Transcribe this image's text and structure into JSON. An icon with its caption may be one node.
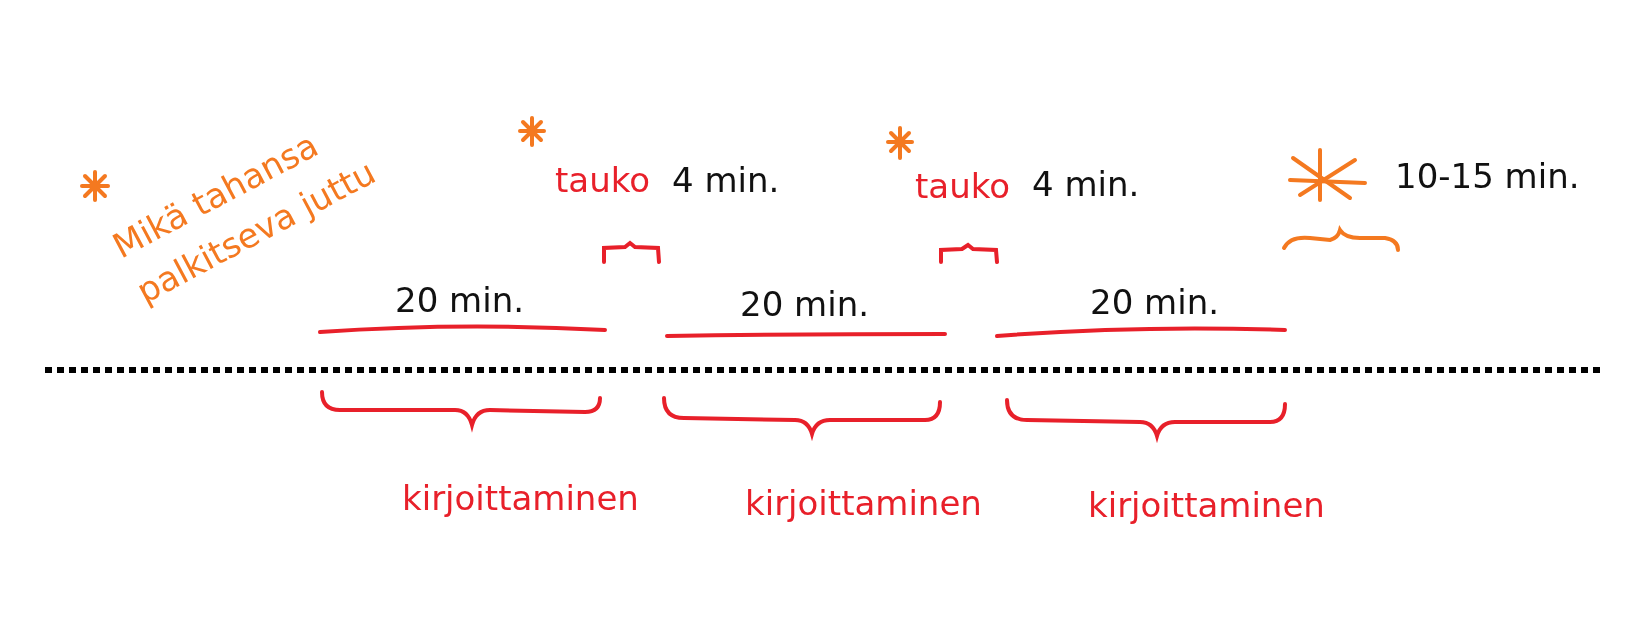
{
  "diagram": {
    "labels": [
      "Mikä tahansa palkitseva juttu",
      "tauko",
      "4 min.",
      "tauko",
      "4 min.",
      "10-15 min.",
      "20 min.",
      "20 min.",
      "20 min.",
      "kirjoittaminen",
      "kirjoittaminen",
      "kirjoittaminen"
    ]
  }
}
